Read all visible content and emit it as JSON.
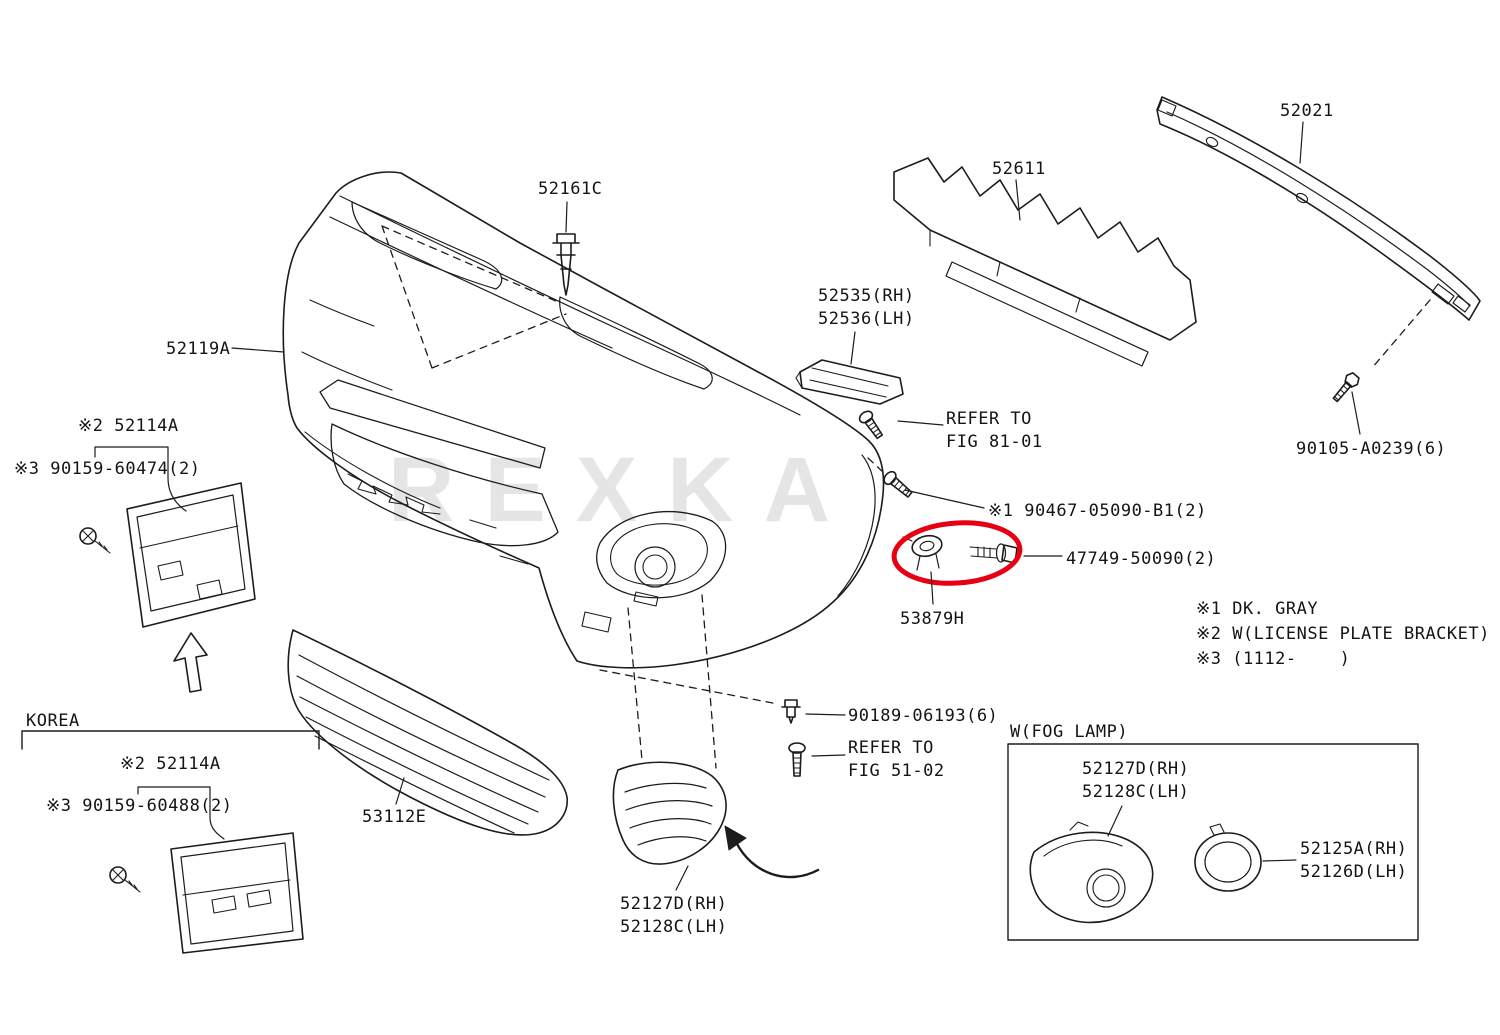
{
  "watermark": "REXKA",
  "labels": {
    "l52161C": "52161C",
    "l52611": "52611",
    "l52021": "52021",
    "l52535": "52535(RH)\n52536(LH)",
    "l52119A": "52119A",
    "l52114A_top": "※2 52114A",
    "l90159_60474": "※3 90159-60474(2)",
    "lrefer8101": "REFER TO\nFIG 81-01",
    "l90105": "90105-A0239(6)",
    "l90467": "※1 90467-05090-B1(2)",
    "l47749": "47749-50090(2)",
    "l53879H": "53879H",
    "note1": "※1 DK. GRAY",
    "note2": "※2 W(LICENSE PLATE BRACKET)",
    "note3": "※3 (1112-    )",
    "lkorea": "KOREA",
    "l52114A_kr": "※2 52114A",
    "l90159_60488": "※3 90159-60488(2)",
    "l90189": "90189-06193(6)",
    "lrefer5102": "REFER TO\nFIG 51-02",
    "lfoglamp": "W(FOG LAMP)",
    "l52127_fog": "52127D(RH)\n52128C(LH)",
    "l53112E": "53112E",
    "l52125A": "52125A(RH)\n52126D(LH)",
    "l52127_btm": "52127D(RH)\n52128C(LH)"
  },
  "colors": {
    "line": "#1c1c1c",
    "highlight": "#e60012",
    "watermark": "#cccccc"
  }
}
